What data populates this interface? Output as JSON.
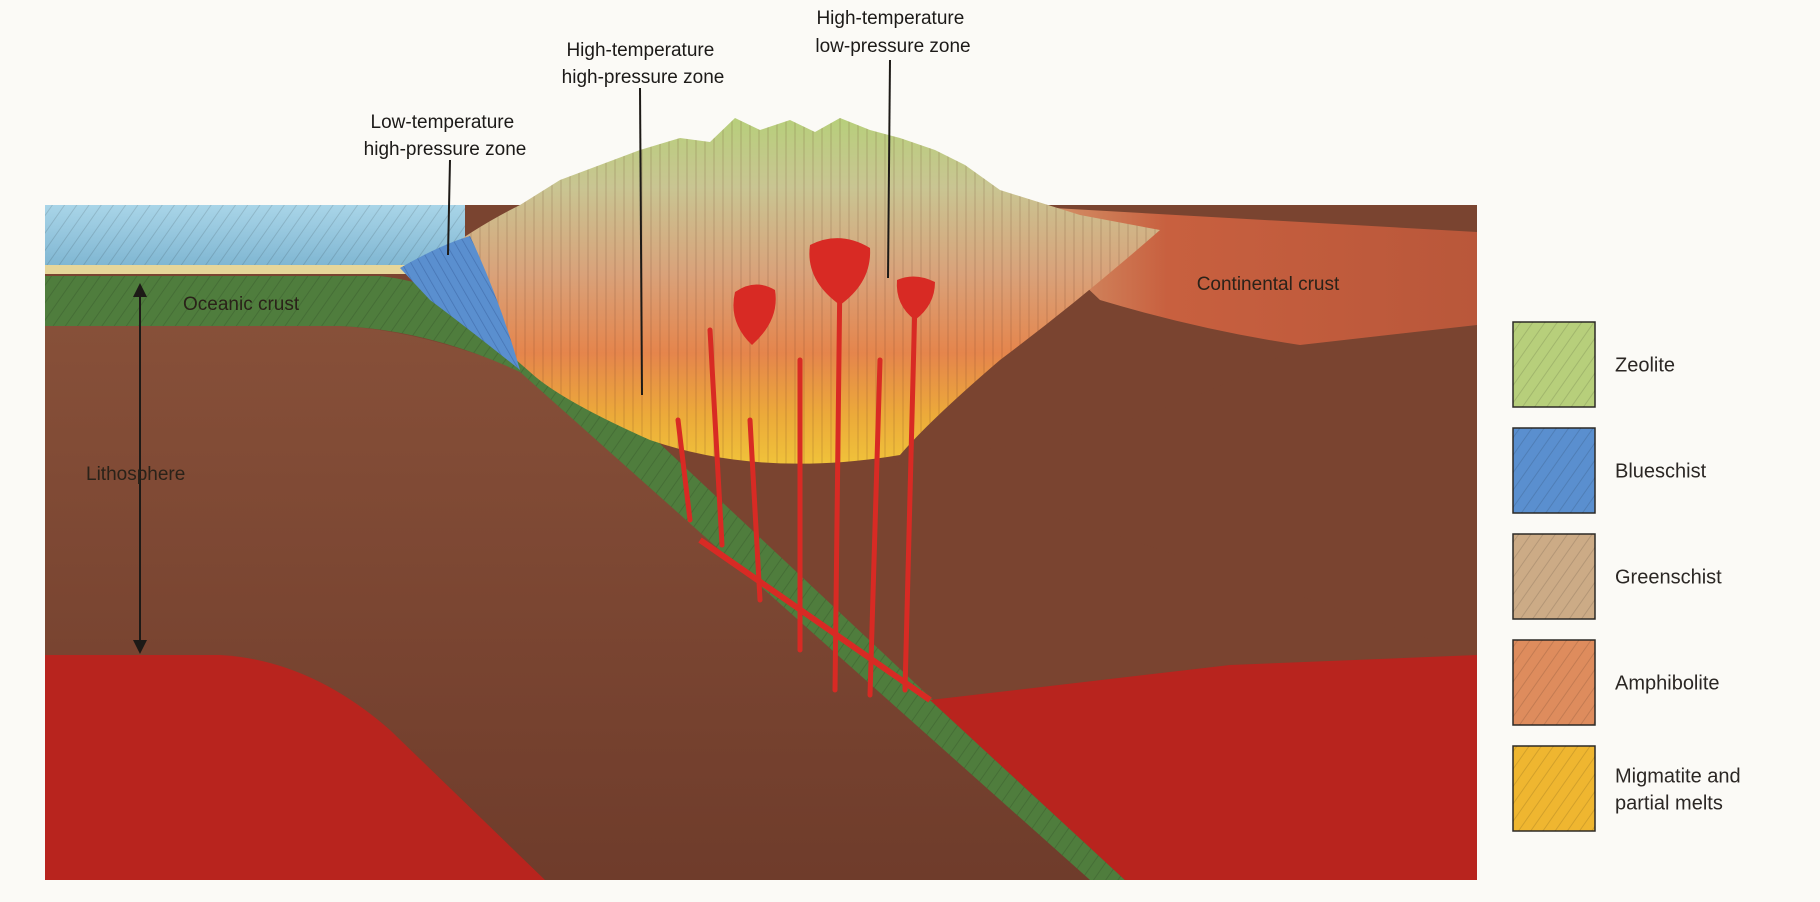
{
  "zone_labels": {
    "low_temp_high_pressure": [
      "Low-temperature",
      "high-pressure zone"
    ],
    "high_temp_high_pressure": [
      "High-temperature",
      "high-pressure zone"
    ],
    "high_temp_low_pressure": [
      "High-temperature",
      "low-pressure zone"
    ]
  },
  "section_labels": {
    "oceanic_crust": "Oceanic crust",
    "continental_crust": "Continental crust",
    "lithosphere": "Lithosphere"
  },
  "legend": [
    {
      "label": [
        "Zeolite"
      ],
      "color": "#b7cf7b"
    },
    {
      "label": [
        "Blueschist"
      ],
      "color": "#5a8fcf"
    },
    {
      "label": [
        "Greenschist"
      ],
      "color": "#ccab86"
    },
    {
      "label": [
        "Amphibolite"
      ],
      "color": "#de8c5d"
    },
    {
      "label": [
        "Migmatite and",
        "partial melts"
      ],
      "color": "#efb630"
    }
  ],
  "colors": {
    "sea": "#93c8e0",
    "oceanic_crust": "#4f7d3d",
    "lithosphere": "#7a4430",
    "asthenosphere": "#b8241e",
    "continental_crust": "#c8603f",
    "melt": "#d82a24"
  }
}
